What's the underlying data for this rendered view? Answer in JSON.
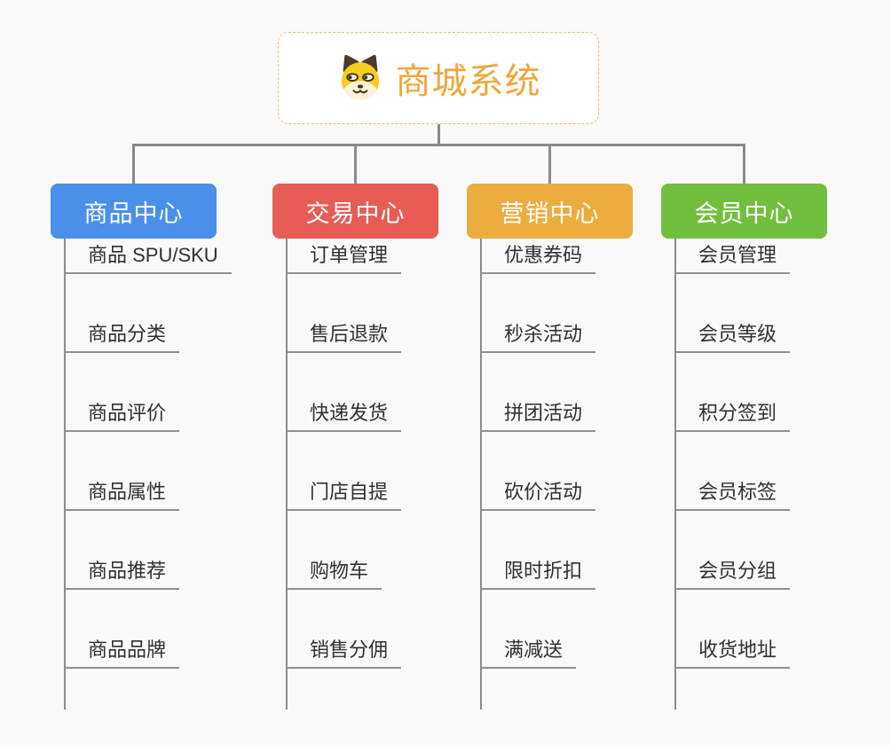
{
  "root": {
    "title": "商城系统",
    "icon": "dog-face-icon",
    "title_color": "#f0a63c",
    "border_color": "#f0c070"
  },
  "connector_color": "#8a8a8a",
  "branches": [
    {
      "label": "商品中心",
      "color": "#4a90ea",
      "items": [
        "商品 SPU/SKU",
        "商品分类",
        "商品评价",
        "商品属性",
        "商品推荐",
        "商品品牌"
      ]
    },
    {
      "label": "交易中心",
      "color": "#e75c55",
      "items": [
        "订单管理",
        "售后退款",
        "快递发货",
        "门店自提",
        "购物车",
        "销售分佣"
      ]
    },
    {
      "label": "营销中心",
      "color": "#ecac3e",
      "items": [
        "优惠券码",
        "秒杀活动",
        "拼团活动",
        "砍价活动",
        "限时折扣",
        "满减送"
      ]
    },
    {
      "label": "会员中心",
      "color": "#72bf3f",
      "items": [
        "会员管理",
        "会员等级",
        "积分签到",
        "会员标签",
        "会员分组",
        "收货地址"
      ]
    }
  ]
}
